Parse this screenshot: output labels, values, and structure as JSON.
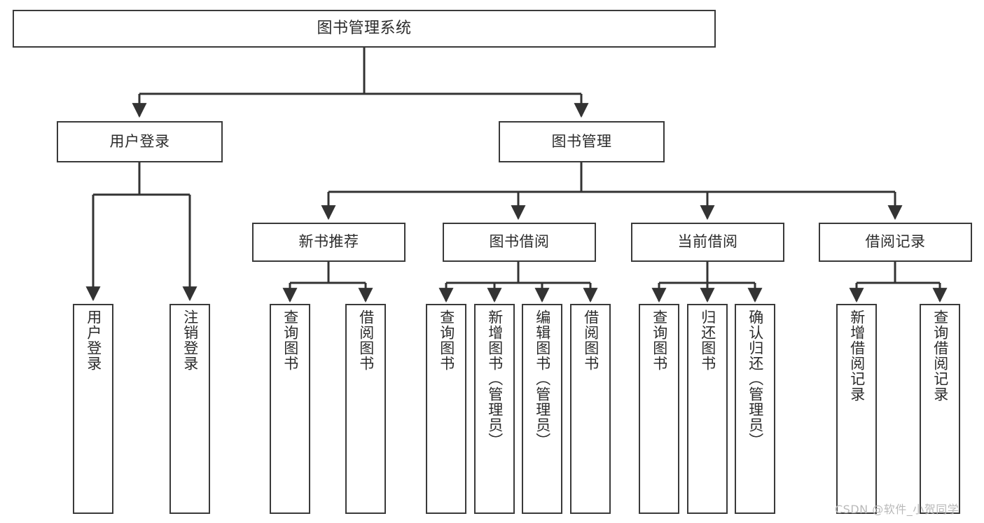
{
  "diagram": {
    "title": "图书管理系统",
    "type": "tree",
    "orientation": "top-down",
    "colors": {
      "box_border": "#3a3a3a",
      "box_fill": "#ffffff",
      "edge": "#333333",
      "text": "#2b2b2b",
      "watermark": "#b9b9b9",
      "background": "#ffffff"
    }
  },
  "nodes": {
    "root": {
      "label": "图书管理系统"
    },
    "level2": [
      {
        "id": "user-login",
        "label": "用户登录"
      },
      {
        "id": "book-manage",
        "label": "图书管理"
      }
    ],
    "level3": [
      {
        "id": "new-book-recommend",
        "label": "新书推荐"
      },
      {
        "id": "book-borrow",
        "label": "图书借阅"
      },
      {
        "id": "current-borrow",
        "label": "当前借阅"
      },
      {
        "id": "borrow-record",
        "label": "借阅记录"
      }
    ],
    "leaves": [
      {
        "id": "leaf-user-login",
        "label": "用户登录",
        "parent": "user-login"
      },
      {
        "id": "leaf-user-logout",
        "label": "注销登录",
        "parent": "user-login"
      },
      {
        "id": "leaf-query-book-1",
        "label": "查询图书",
        "parent": "new-book-recommend"
      },
      {
        "id": "leaf-borrow-book-1",
        "label": "借阅图书",
        "parent": "new-book-recommend"
      },
      {
        "id": "leaf-query-book-2",
        "label": "查询图书",
        "parent": "book-borrow"
      },
      {
        "id": "leaf-add-book",
        "label": "新增图书（管理员）",
        "parent": "book-borrow"
      },
      {
        "id": "leaf-edit-book",
        "label": "编辑图书（管理员）",
        "parent": "book-borrow"
      },
      {
        "id": "leaf-borrow-book-2",
        "label": "借阅图书",
        "parent": "book-borrow"
      },
      {
        "id": "leaf-query-book-3",
        "label": "查询图书",
        "parent": "current-borrow"
      },
      {
        "id": "leaf-return-book",
        "label": "归还图书",
        "parent": "current-borrow"
      },
      {
        "id": "leaf-confirm-return",
        "label": "确认归还（管理员）",
        "parent": "current-borrow"
      },
      {
        "id": "leaf-add-record",
        "label": "新增借阅记录",
        "parent": "borrow-record"
      },
      {
        "id": "leaf-query-record",
        "label": "查询借阅记录",
        "parent": "borrow-record"
      }
    ]
  },
  "watermark": {
    "text": "CSDN @软件_小贺同学"
  }
}
